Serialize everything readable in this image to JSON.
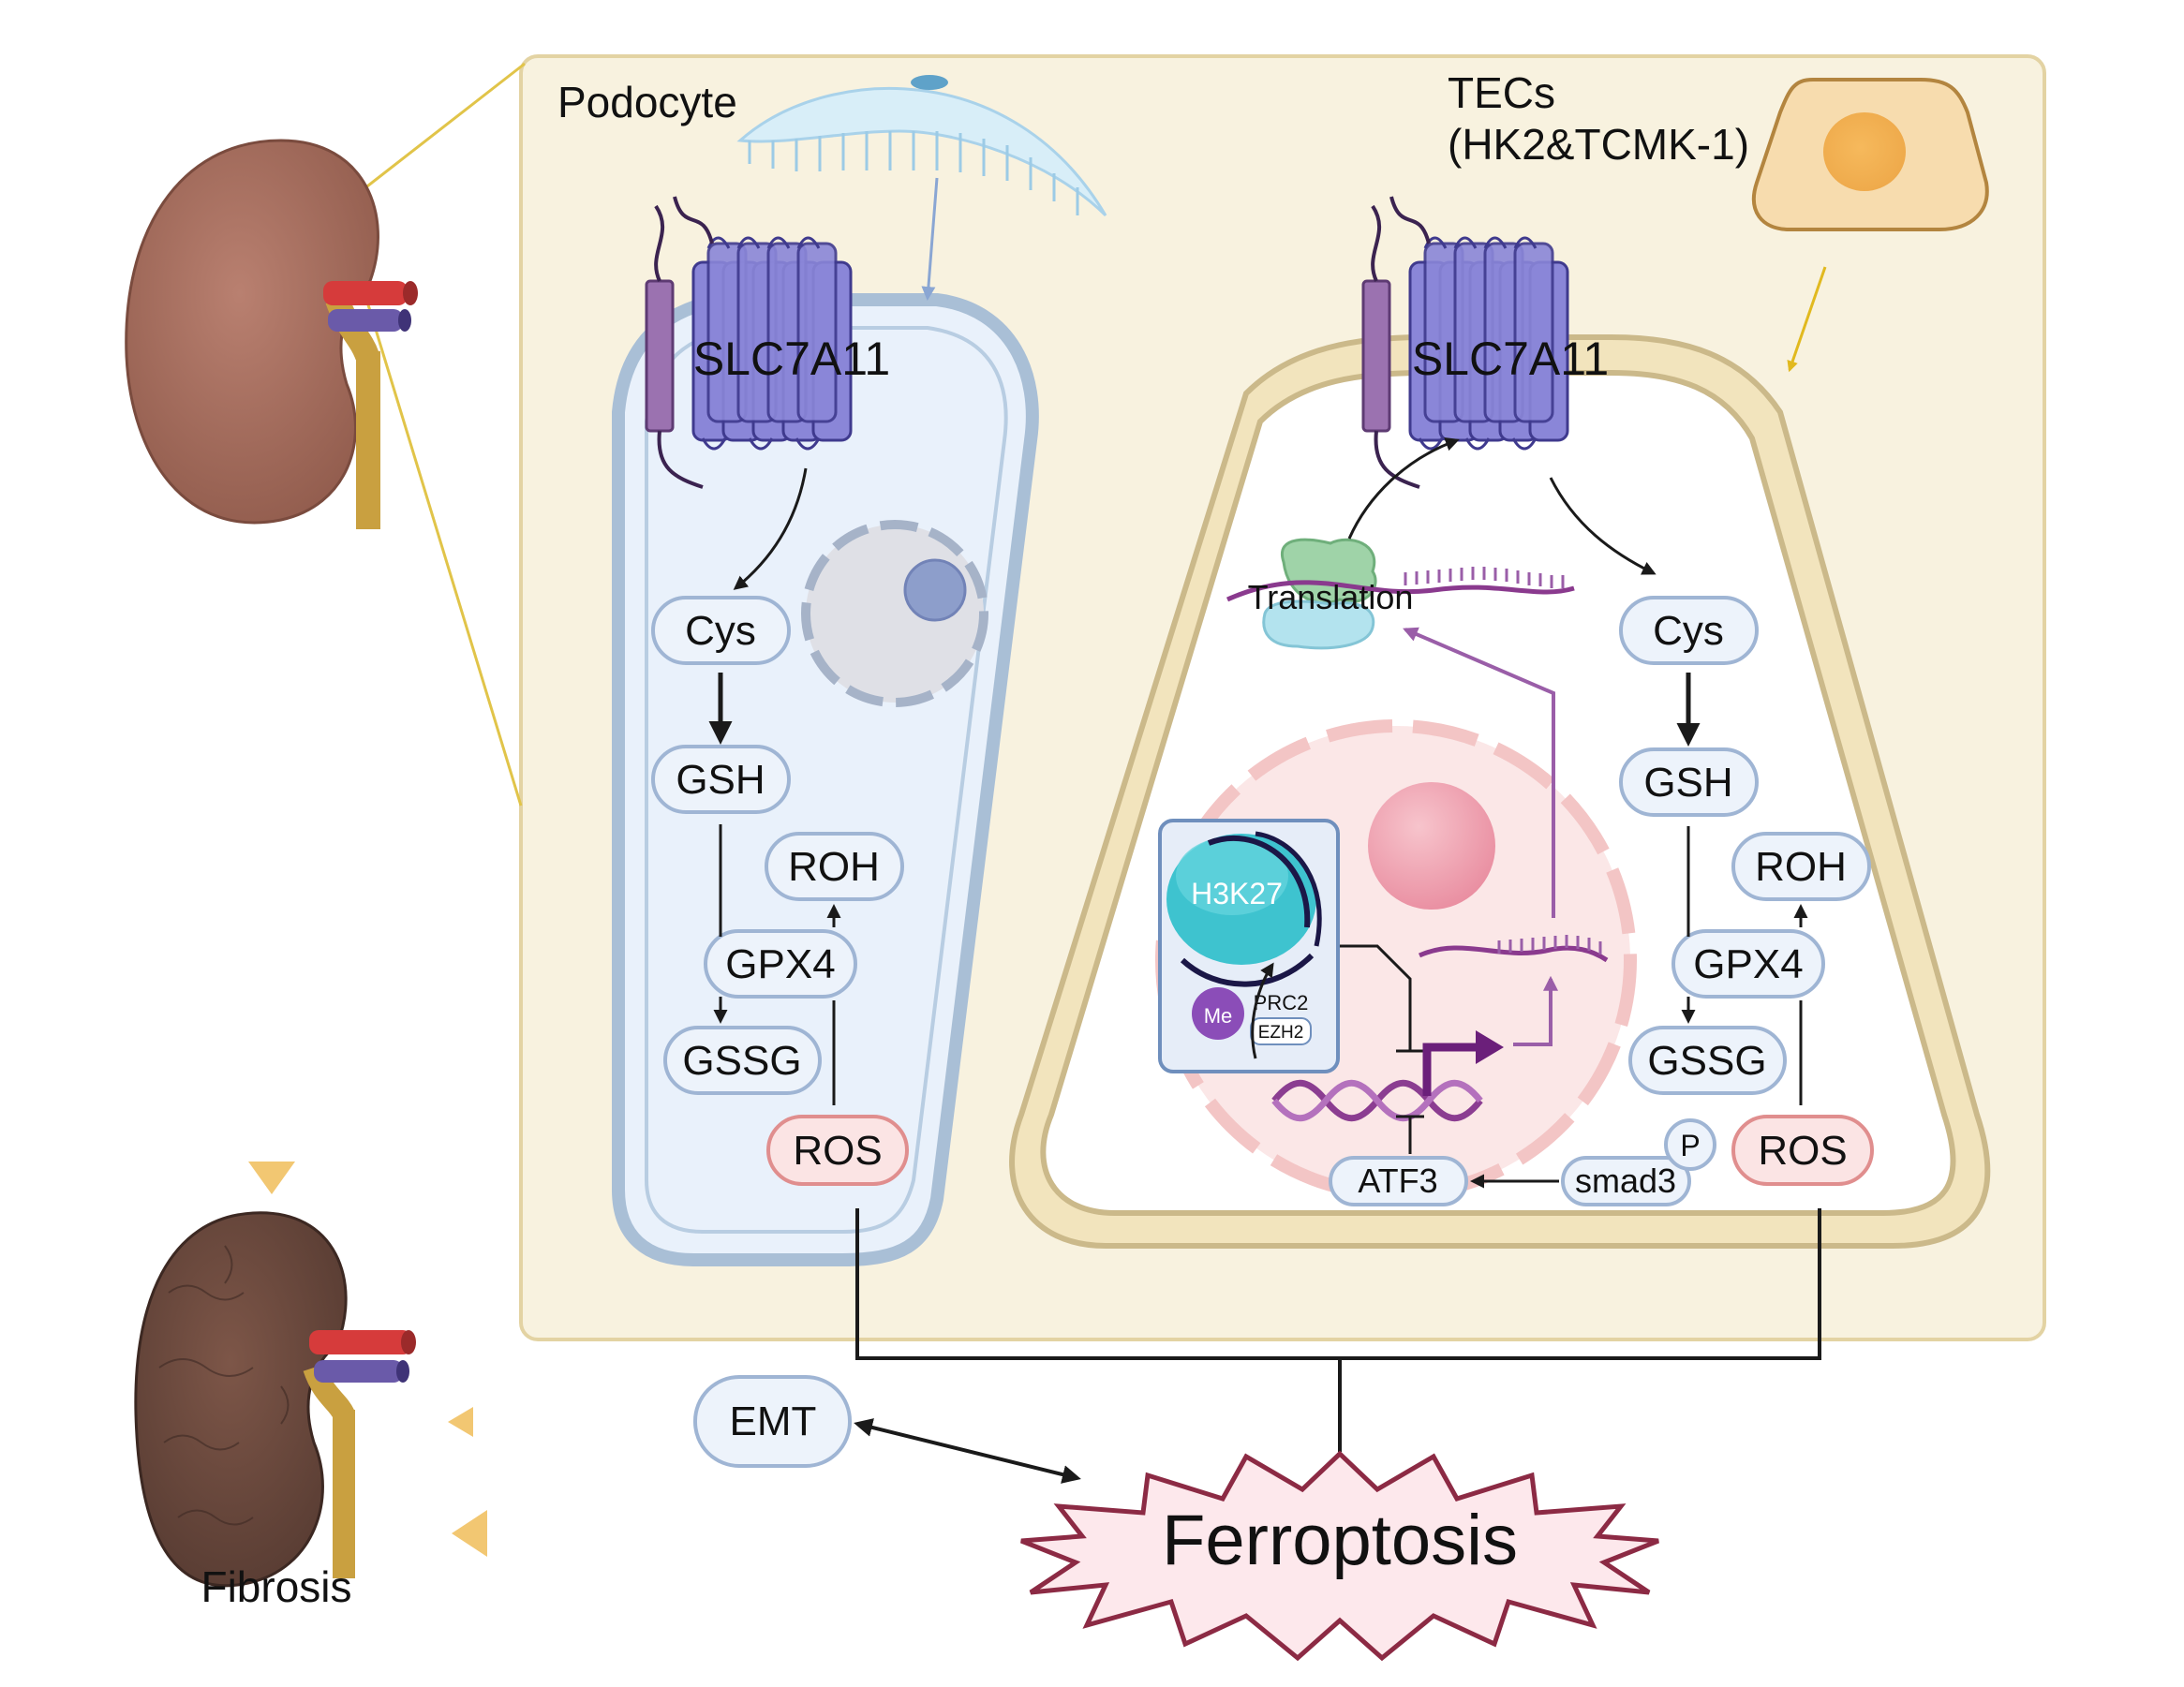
{
  "colors": {
    "panel_fill": "#f8f2df",
    "panel_stroke": "#e3d3a3",
    "podocyte_fill": "#e9f1fb",
    "podocyte_stroke": "#a9bfd6",
    "tec_wall": "#e8d8a8",
    "tec_wall_dark": "#cbb98a",
    "pill_fill": "#edf3fb",
    "pill_stroke": "#9fb5d4",
    "ros_fill": "#fbe4e4",
    "ros_stroke": "#e08e8e",
    "protein": "#8b86d6",
    "protein_dark": "#4b4599",
    "helix": "#7c3a8f",
    "nucleus": "#fbe7e7",
    "nucleolus": "#f0a8b6",
    "histone": "#3ec3cf",
    "kidney": "#a8705f",
    "kidney_fibrotic": "#6e4a3f",
    "burst_fill": "#fde8ec",
    "burst_stroke": "#8c2a44",
    "flow_arrow": "#f2c772"
  },
  "labels": {
    "podocyte": "Podocyte",
    "tecs_line1": "TECs",
    "tecs_line2": "(HK2&TCMK-1)",
    "slc_left": "SLC7A11",
    "slc_right": "SLC7A11",
    "translation": "Translation",
    "h3k27": "H3K27",
    "me": "Me",
    "prc2": "PRC2",
    "ezh2": "EZH2",
    "phospho": "P",
    "ferroptosis": "Ferroptosis",
    "fibrosis": "Fibrosis"
  },
  "pills_left": {
    "cys": "Cys",
    "gsh": "GSH",
    "roh": "ROH",
    "gpx4": "GPX4",
    "gssg": "GSSG",
    "ros": "ROS"
  },
  "pills_right": {
    "cys": "Cys",
    "gsh": "GSH",
    "roh": "ROH",
    "gpx4": "GPX4",
    "gssg": "GSSG",
    "ros": "ROS",
    "atf3": "ATF3",
    "smad3": "smad3"
  },
  "pills_bottom": {
    "emt": "EMT"
  }
}
